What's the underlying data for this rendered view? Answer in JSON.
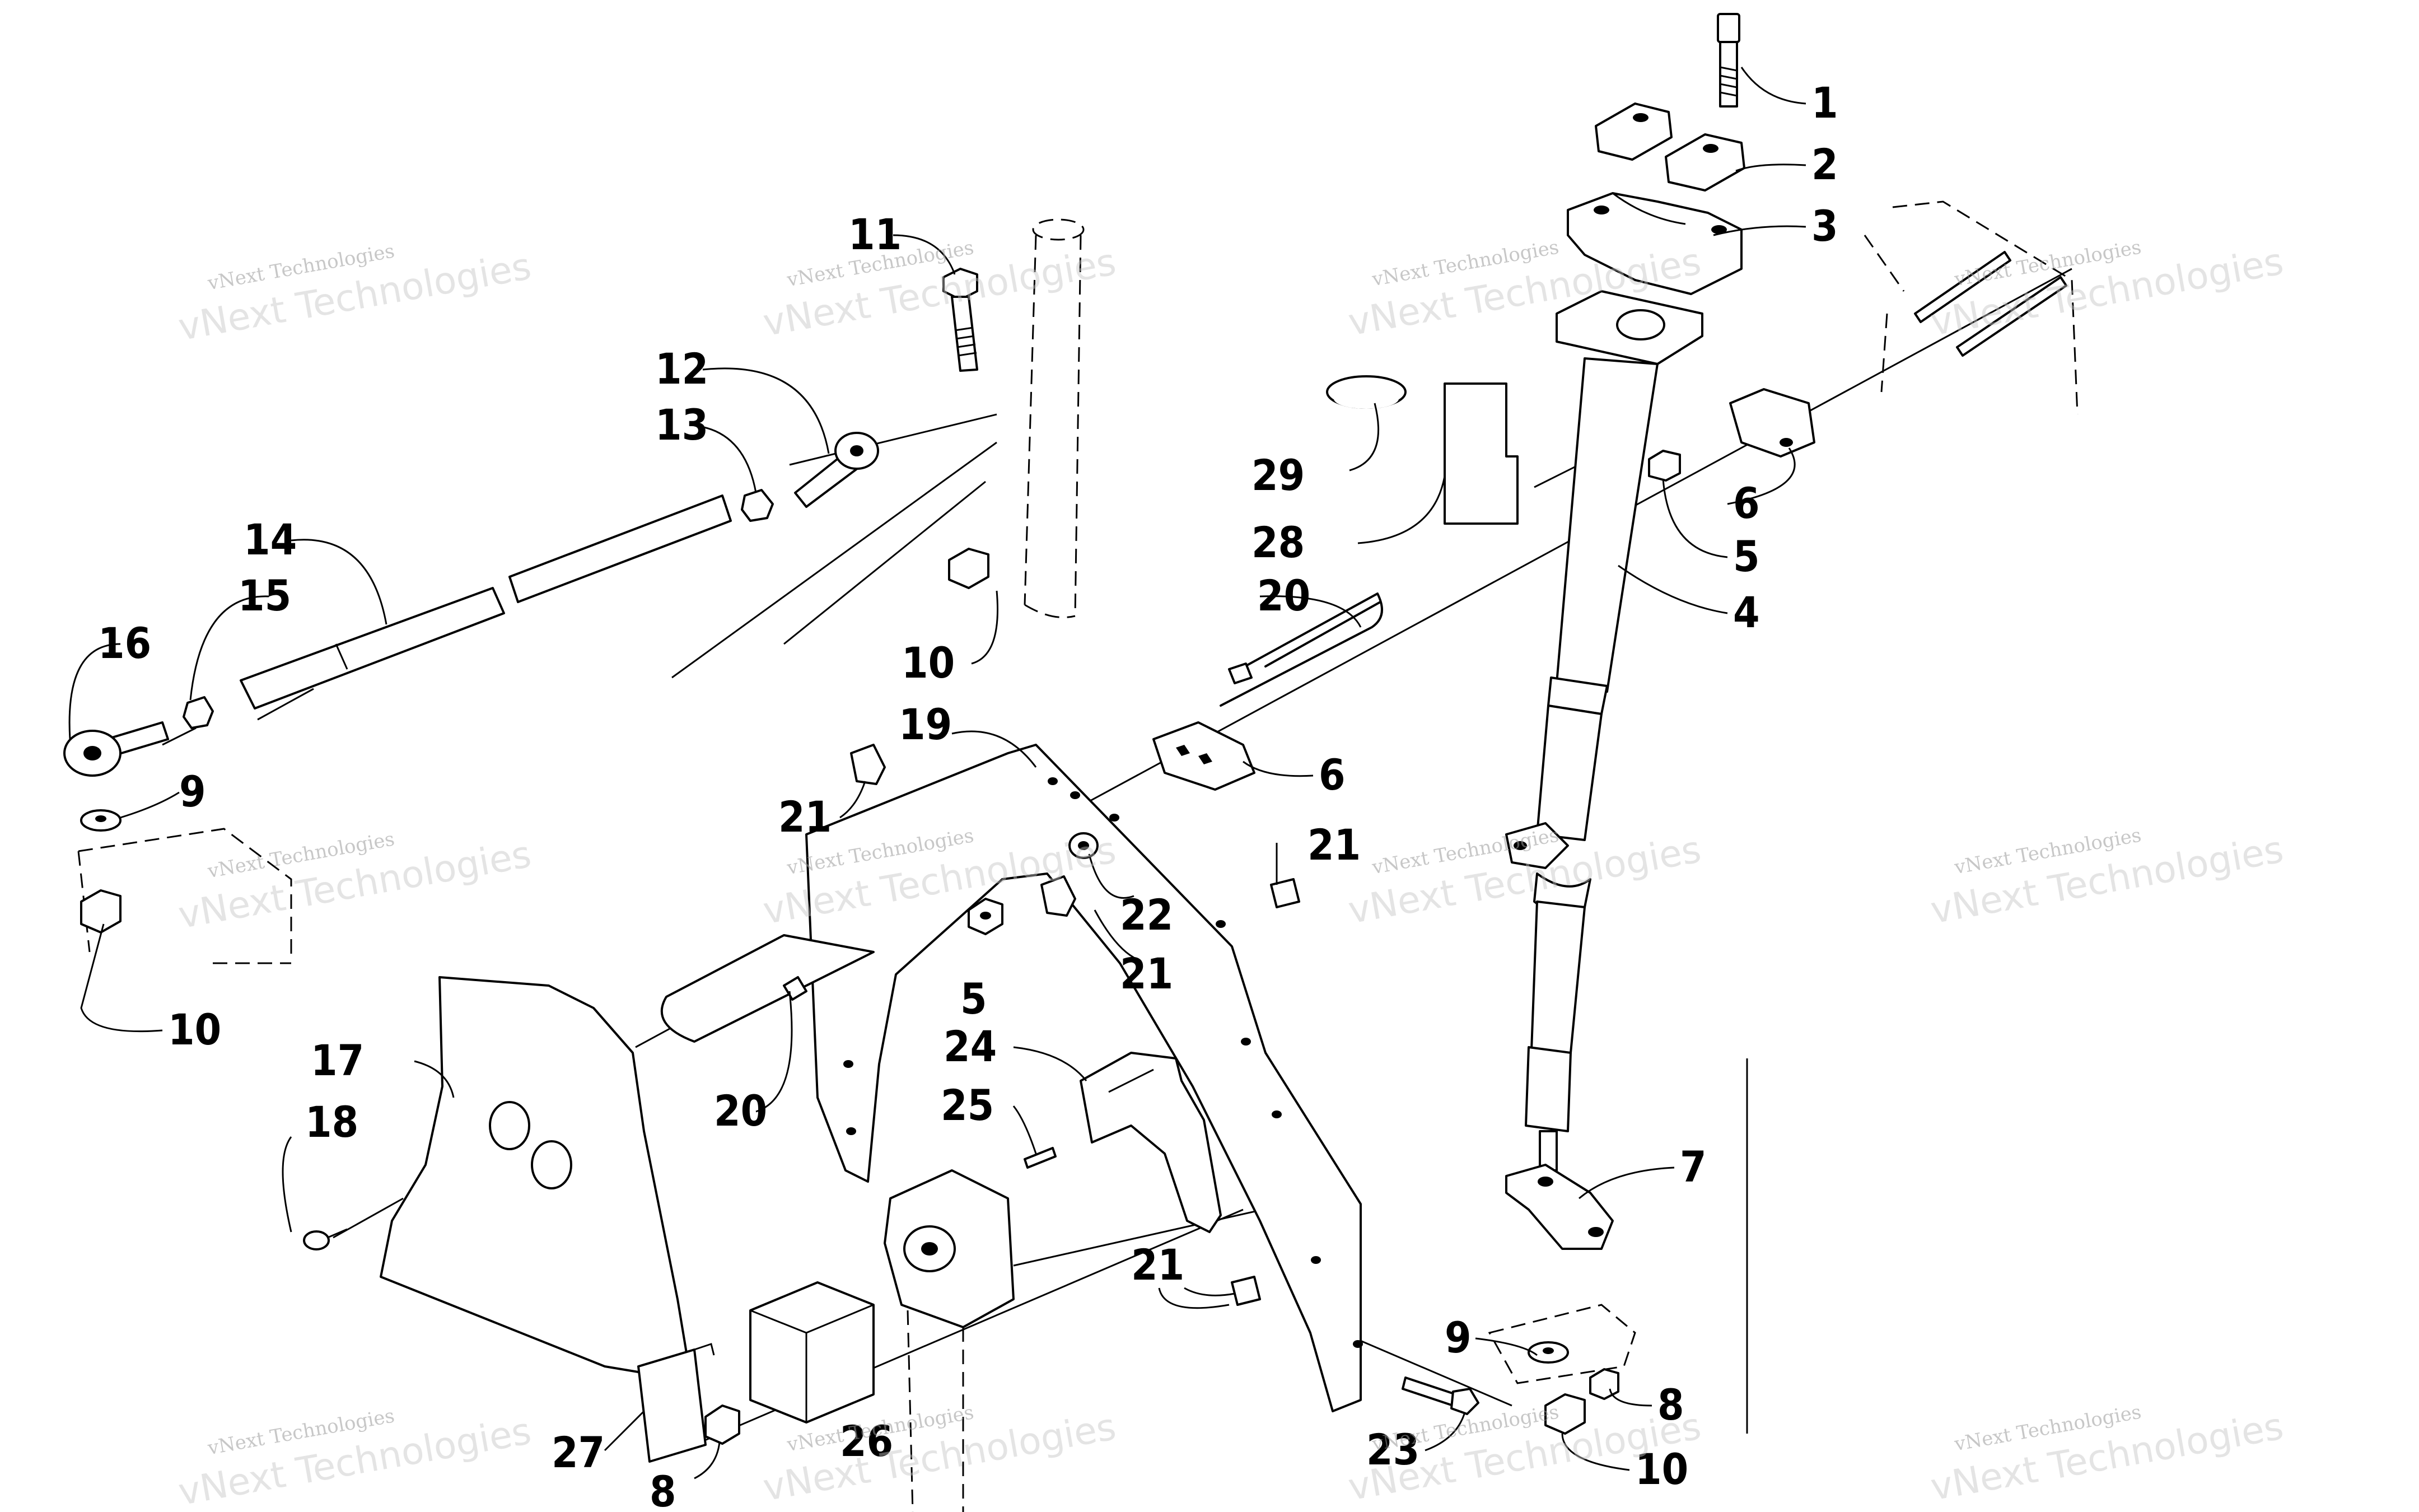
{
  "callouts": {
    "c1": "1",
    "c2": "2",
    "c3": "3",
    "c4": "4",
    "c5a": "5",
    "c5b": "5",
    "c6a": "6",
    "c6b": "6",
    "c7": "7",
    "c8a": "8",
    "c8b": "8",
    "c9a": "9",
    "c9b": "9",
    "c10a": "10",
    "c10b": "10",
    "c10c": "10",
    "c11": "11",
    "c12": "12",
    "c13": "13",
    "c14": "14",
    "c15": "15",
    "c16": "16",
    "c17": "17",
    "c18": "18",
    "c19": "19",
    "c20a": "20",
    "c20b": "20",
    "c21a": "21",
    "c21b": "21",
    "c21c": "21",
    "c21d": "21",
    "c22": "22",
    "c23": "23",
    "c24": "24",
    "c25": "25",
    "c26": "26",
    "c27": "27",
    "c28": "28",
    "c29": "29"
  },
  "watermark": {
    "line1": "vNext Technologies",
    "big": "vNext Technologies"
  }
}
